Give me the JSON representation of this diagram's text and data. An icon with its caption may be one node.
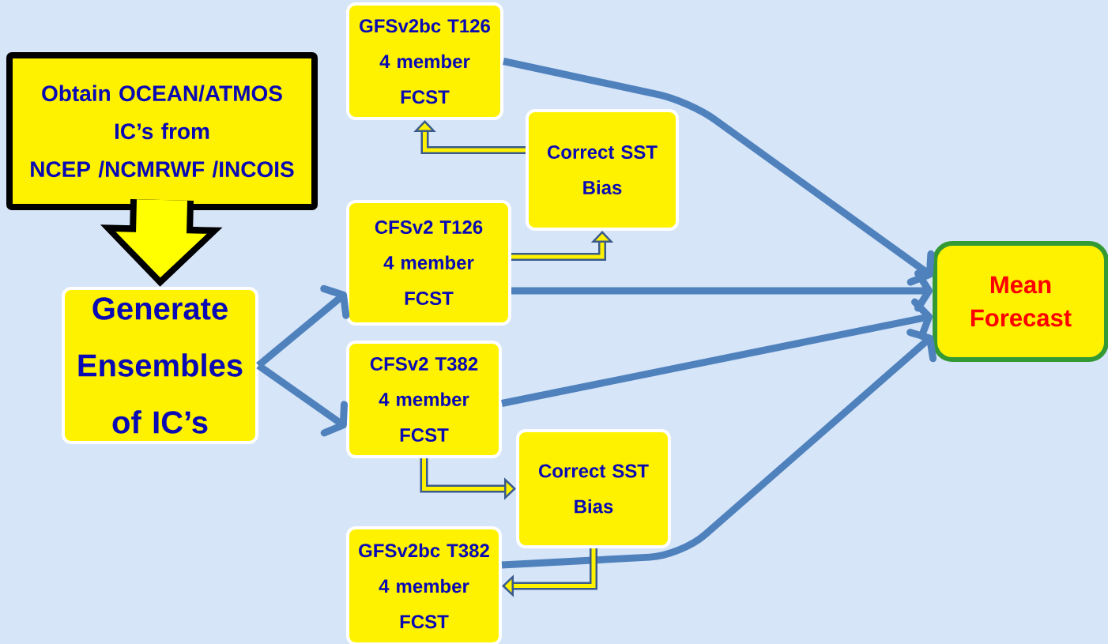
{
  "diagram": {
    "nodes": [
      {
        "text": [
          "Obtain OCEAN/ATMOS IC’s from NCEP /NCMRWF /INCOIS"
        ]
      },
      {
        "text": [
          "Generate Ensembles of IC’s"
        ]
      },
      {
        "text": [
          "GFSv2bc T126 4 member FCST"
        ]
      },
      {
        "text": [
          "Correct SST Bias"
        ]
      },
      {
        "text": [
          "CFSv2 T126 4 member FCST"
        ]
      },
      {
        "text": [
          "CFSv2 T382 4 member FCST"
        ]
      },
      {
        "text": [
          "Correct SST Bias"
        ]
      },
      {
        "text": [
          "GFSv2bc T382 4 member FCST"
        ]
      },
      {
        "text": [
          "Mean Forecast"
        ]
      }
    ],
    "edges": [
      {
        "from": 0,
        "to": 1,
        "arrow": "to",
        "style": "thick",
        "color": "#ffff00"
      },
      {
        "from": 1,
        "to": 4,
        "arrow": "to"
      },
      {
        "from": 1,
        "to": 5,
        "arrow": "to"
      },
      {
        "from": 4,
        "to": 3,
        "arrow": "to",
        "color": "#3a5a8c"
      },
      {
        "from": 3,
        "to": 2,
        "arrow": "to",
        "color": "#3a5a8c"
      },
      {
        "from": 5,
        "to": 6,
        "arrow": "to",
        "color": "#3a5a8c"
      },
      {
        "from": 6,
        "to": 7,
        "arrow": "to",
        "color": "#3a5a8c"
      },
      {
        "from": 2,
        "to": 8,
        "arrow": "to"
      },
      {
        "from": 4,
        "to": 8,
        "arrow": "to"
      },
      {
        "from": 5,
        "to": 8,
        "arrow": "to"
      },
      {
        "from": 7,
        "to": 8,
        "arrow": "to"
      }
    ]
  }
}
